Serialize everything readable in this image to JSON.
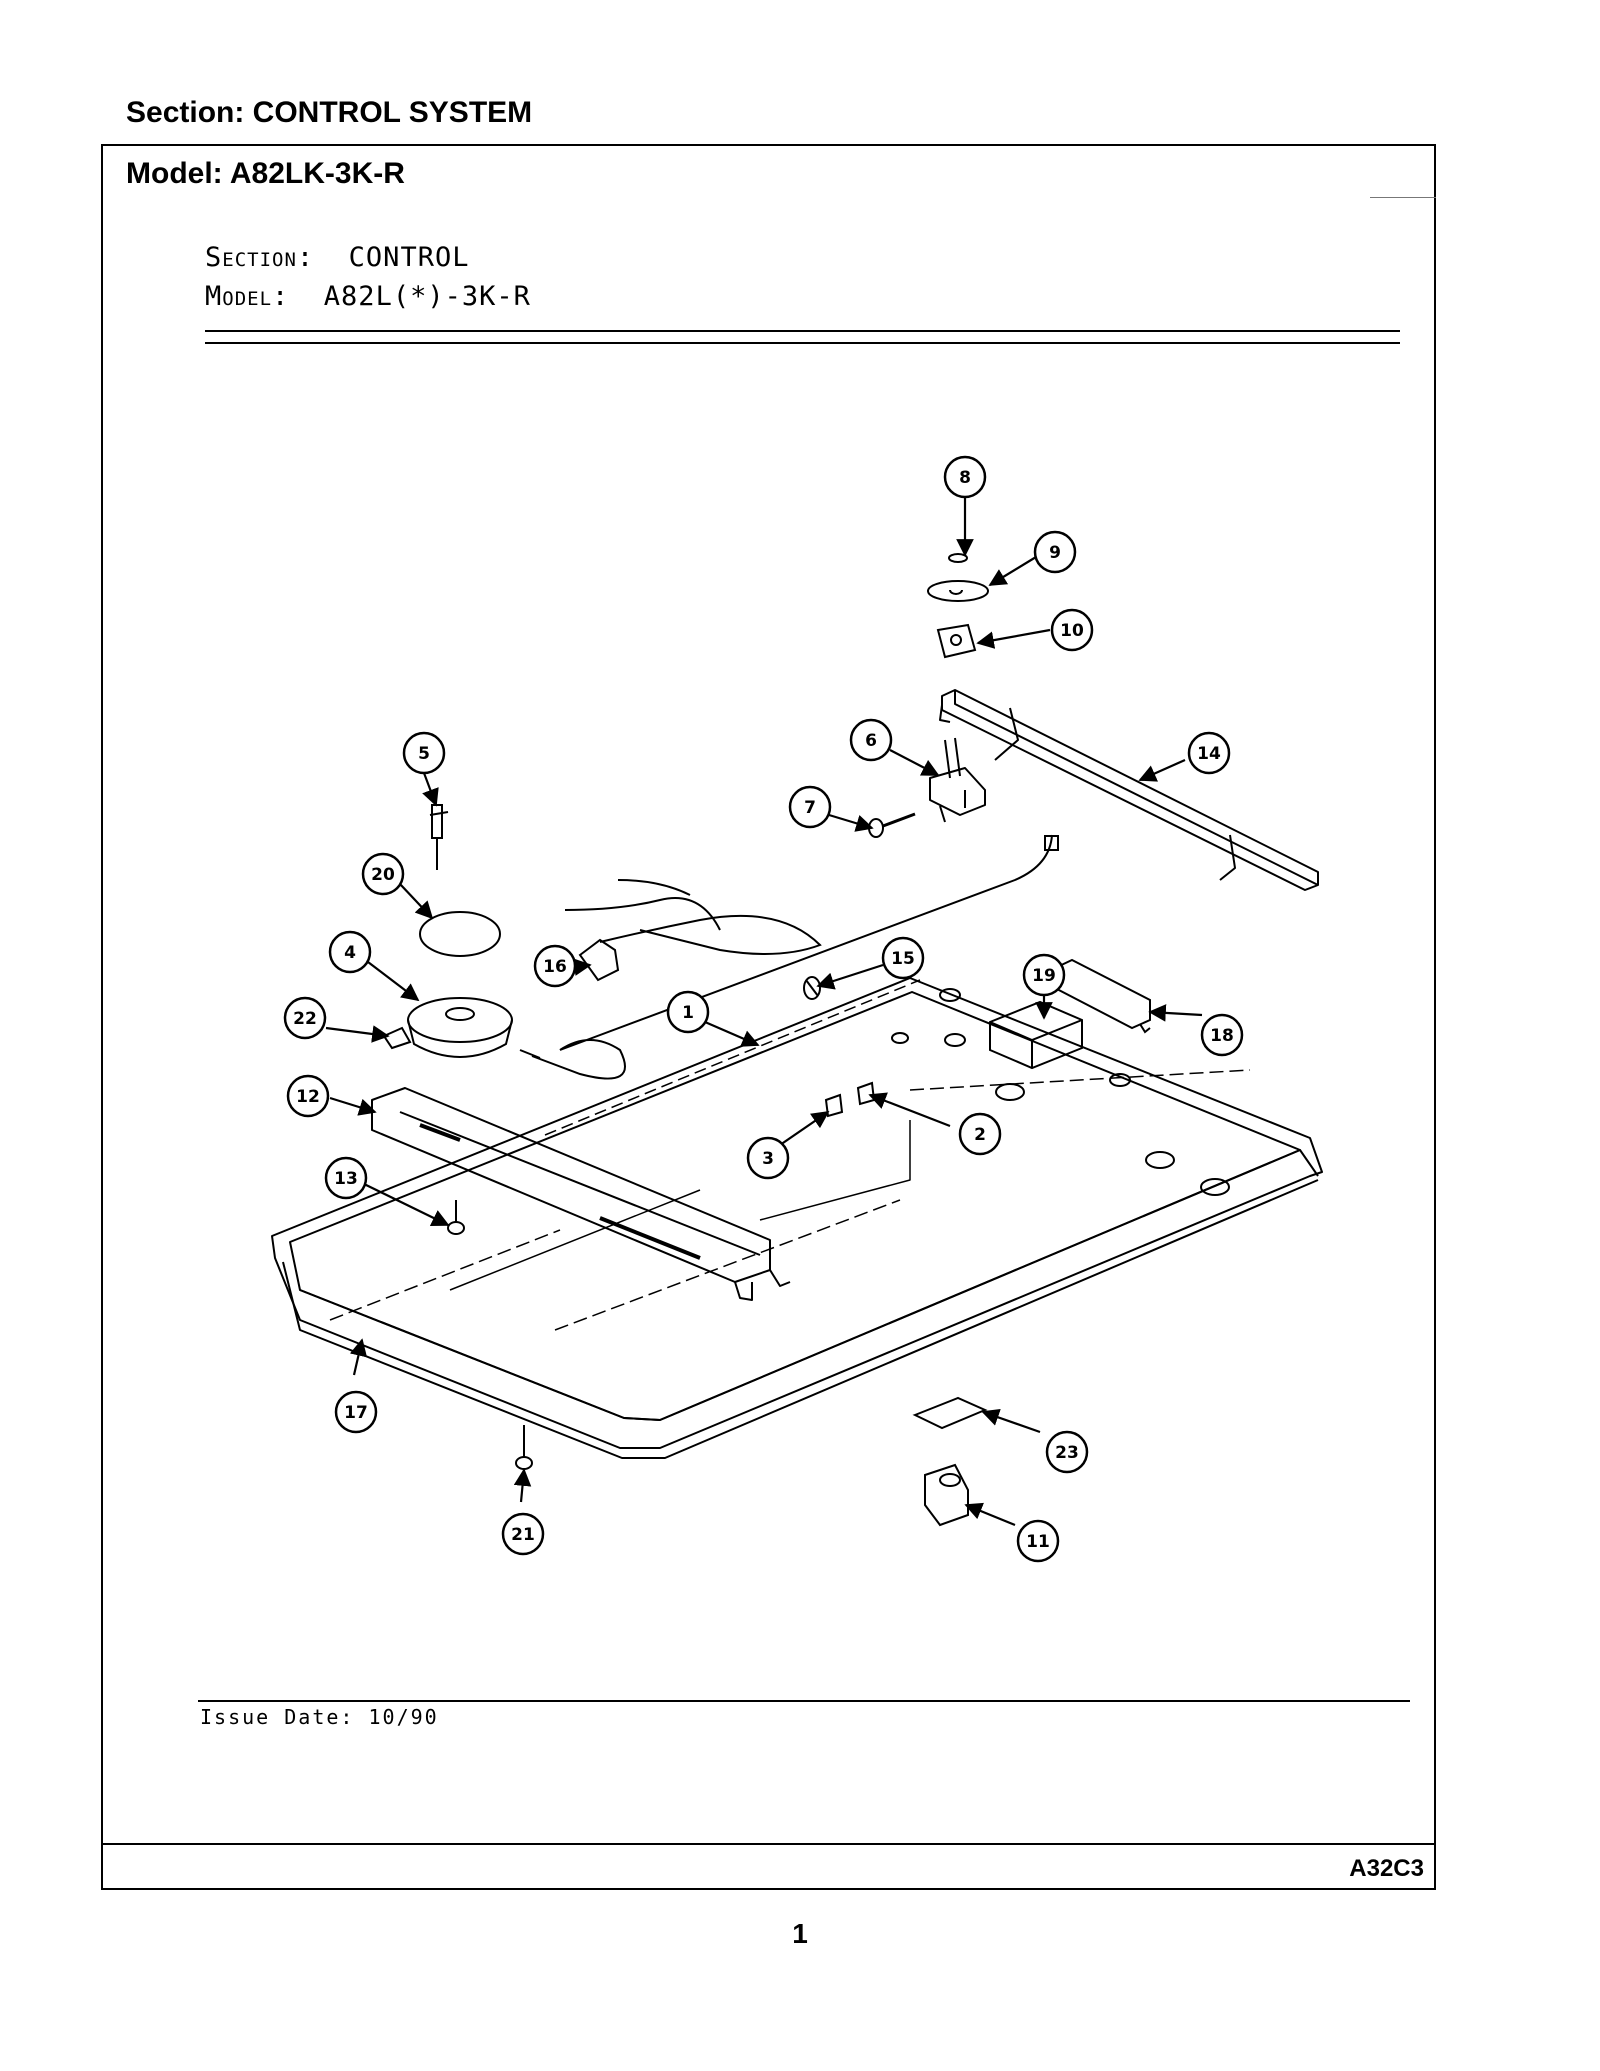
{
  "header": {
    "section_label": "Section:  CONTROL SYSTEM",
    "model_label": "Model:  A82LK-3K-R"
  },
  "inner_header": {
    "section_key": "Section:",
    "section_value": "CONTROL",
    "model_key": "Model:",
    "model_value": "A82L(*)-3K-R"
  },
  "issue_date": "Issue Date: 10/90",
  "footer": {
    "code": "A32C3",
    "page_number": "1"
  },
  "callouts": [
    "1",
    "2",
    "3",
    "4",
    "5",
    "6",
    "7",
    "8",
    "9",
    "10",
    "11",
    "12",
    "13",
    "14",
    "15",
    "16",
    "17",
    "18",
    "19",
    "20",
    "21",
    "22",
    "23"
  ]
}
